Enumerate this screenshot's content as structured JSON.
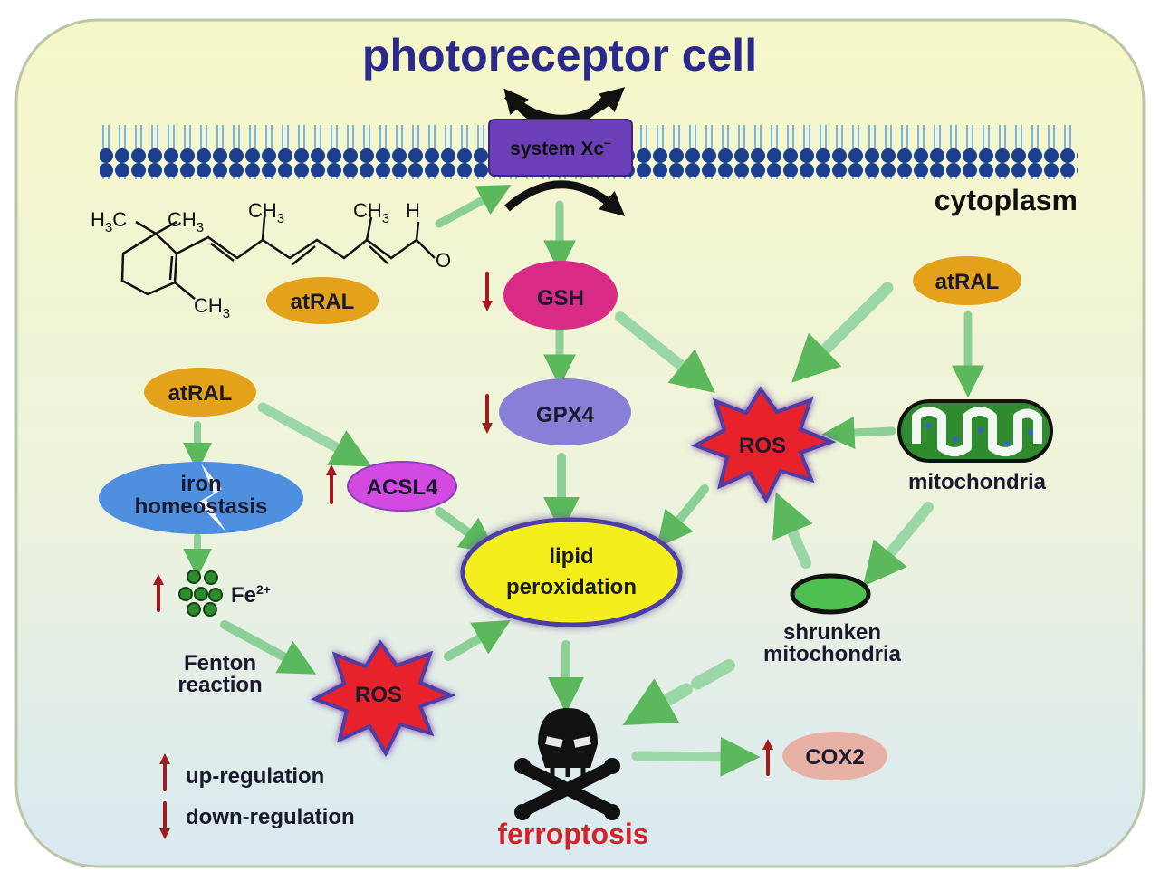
{
  "title": "photoreceptor cell",
  "membrane": {
    "transporter": "system Xc",
    "transporter_sup": "–",
    "compartment": "cytoplasm"
  },
  "molecule": {
    "labels": [
      "H",
      "3",
      "C",
      "CH",
      "3",
      "CH",
      "3",
      "CH",
      "3",
      "H",
      "O",
      "CH",
      "3"
    ],
    "name": "atRAL"
  },
  "nodes": {
    "atral_left": "atRAL",
    "atral_right": "atRAL",
    "gsh": "GSH",
    "gpx4": "GPX4",
    "ros_upper": "ROS",
    "ros_lower": "ROS",
    "acsl4": "ACSL4",
    "iron_line1": "iron",
    "iron_line2": "homeostasis",
    "fe": "Fe",
    "fe_sup": "2+",
    "fenton_line1": "Fenton",
    "fenton_line2": "reaction",
    "lipid_line1": "lipid",
    "lipid_line2": "peroxidation",
    "mito": "mitochondria",
    "shrunken_line1": "shrunken",
    "shrunken_line2": "mitochondria",
    "ferroptosis": "ferroptosis",
    "cox2": "COX2"
  },
  "legend": {
    "up": "up-regulation",
    "down": "down-regulation"
  },
  "colors": {
    "title": "#2b2a8c",
    "membrane_bead": "#1d3f8f",
    "transporter": "#6b3fb8",
    "atral": "#e3a21a",
    "gsh": "#d92a86",
    "gpx4": "#8a7fd6",
    "ros": "#e8202a",
    "acsl4": "#d24be0",
    "iron": "#4f8fe0",
    "lipid": "#f4ee1a",
    "cox2": "#e7b1a6",
    "arrow": "#66bb66",
    "regulation_arrow": "#a3191c",
    "ferroptosis_text": "#d2232a"
  }
}
